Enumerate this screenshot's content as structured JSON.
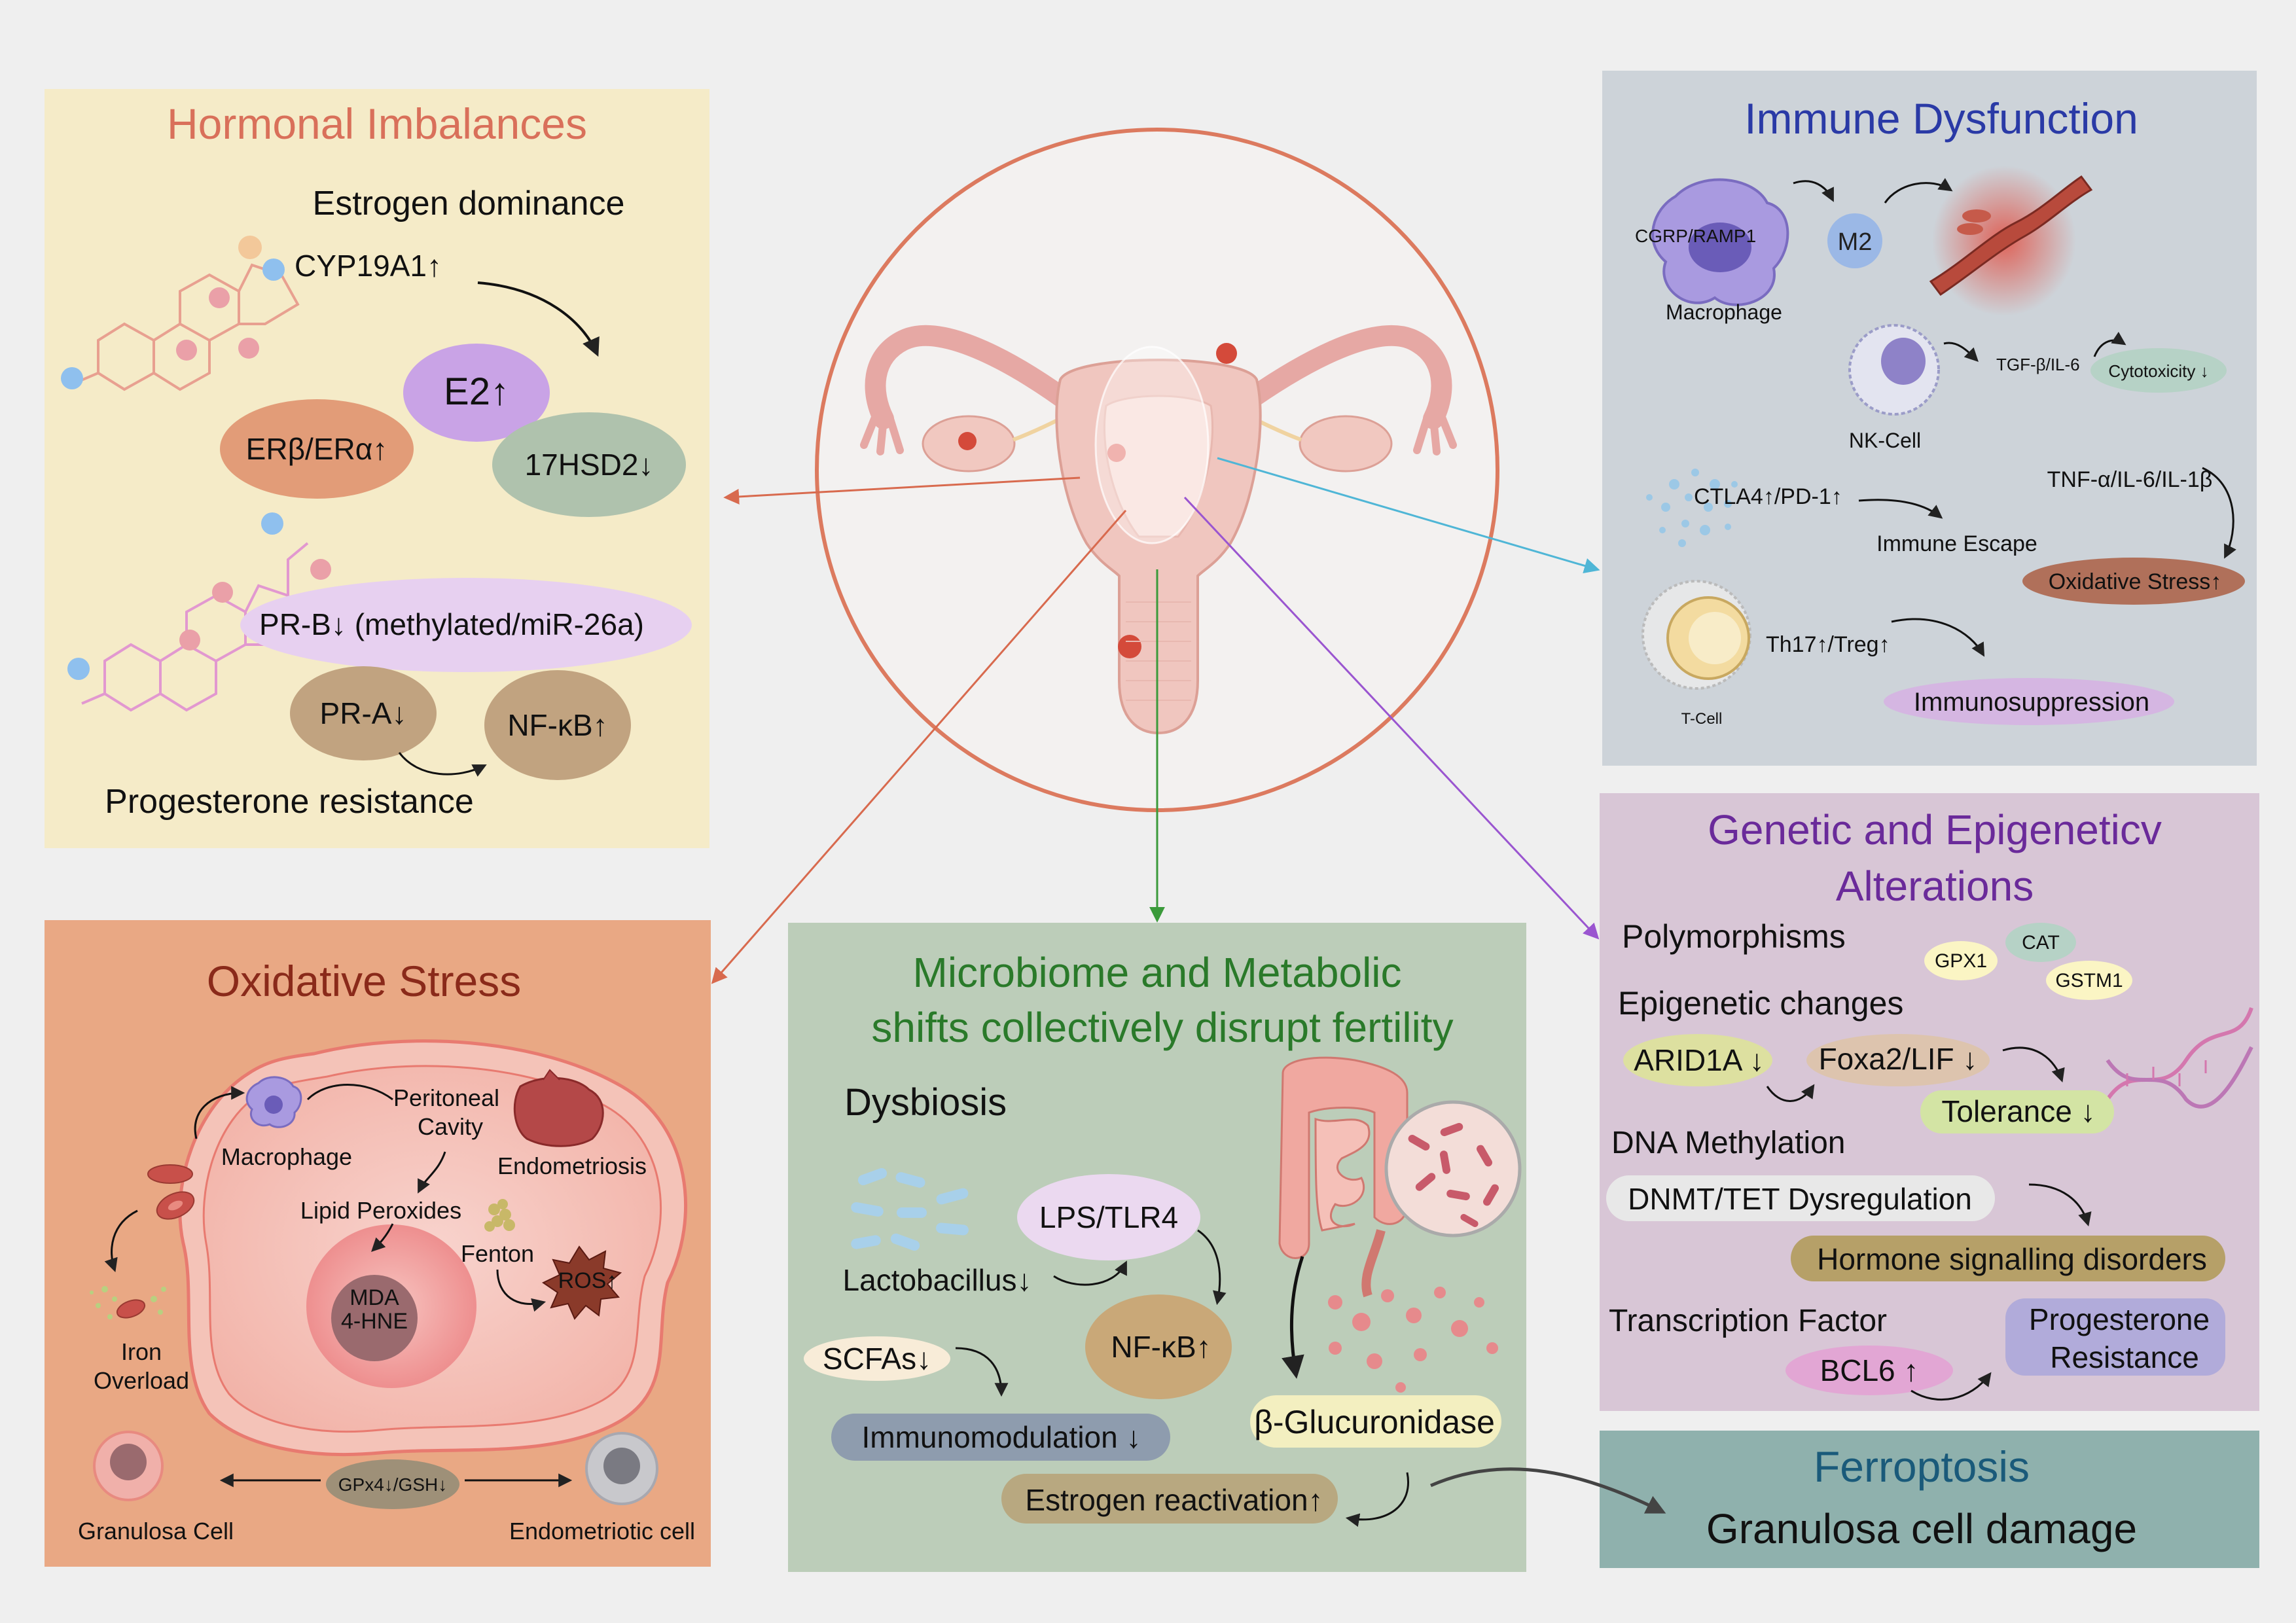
{
  "colors": {
    "background": "#efefef",
    "hormonal_panel": "#f5ebc8",
    "immune_panel": "#cdd3d9",
    "genetic_panel": "#d8c6d6",
    "oxidative_panel": "#e9a884",
    "microbiome_panel": "#bccdb9",
    "ferroptosis_panel": "#8fb1ad",
    "circle_border": "#dc7a5f"
  },
  "hormonal": {
    "title": "Hormonal Imbalances",
    "estrogen_dominance": "Estrogen dominance",
    "cyp19a1": "CYP19A1↑",
    "e2": "E2↑",
    "er": "ERβ/ERα↑",
    "hsd": "17HSD2↓",
    "prb": "PR-B↓ (methylated/miR-26a)",
    "pra": "PR-A↓",
    "nfkb": "NF-κB↑",
    "progesterone_resistance": "Progesterone resistance"
  },
  "immune": {
    "title": "Immune Dysfunction",
    "cgrp": "CGRP/RAMP1",
    "macrophage": "Macrophage",
    "m2": "M2",
    "tgf": "TGF-β/IL-6",
    "cytotoxicity": "Cytotoxicity ↓",
    "nk_cell": "NK-Cell",
    "ctla4": "CTLA4↑/PD-1↑",
    "immune_escape": "Immune Escape",
    "tnf": "TNF-α/IL-6/IL-1β",
    "oxidative_stress": "Oxidative Stress↑",
    "th17": "Th17↑/Treg↑",
    "t_cell": "T-Cell",
    "immunosuppression": "Immunosuppression"
  },
  "genetic": {
    "title_line1": "Genetic and Epigeneticv",
    "title_line2": "Alterations",
    "polymorphisms": "Polymorphisms",
    "gpx1": "GPX1",
    "cat": "CAT",
    "gstm1": "GSTM1",
    "epigenetic_changes": "Epigenetic changes",
    "arid1a": "ARID1A ↓",
    "foxa2": "Foxa2/LIF ↓",
    "tolerance": "Tolerance ↓",
    "dna_methylation": "DNA Methylation",
    "dnmt": "DNMT/TET Dysregulation",
    "hormone_signalling": "Hormone signalling disorders",
    "transcription_factor": "Transcription Factor",
    "bcl6": "BCL6 ↑",
    "progesterone_resistance_line1": "Progesterone",
    "progesterone_resistance_line2": "Resistance"
  },
  "oxidative": {
    "title": "Oxidative Stress",
    "macrophage": "Macrophage",
    "peritoneal_line1": "Peritoneal",
    "peritoneal_line2": "Cavity",
    "endometriosis": "Endometriosis",
    "lipid_peroxides": "Lipid Peroxides",
    "fenton": "Fenton",
    "mda": "MDA",
    "hne": "4-HNE",
    "ros": "ROS↑",
    "iron_line1": "Iron",
    "iron_line2": "Overload",
    "gpx4": "GPx4↓/GSH↓",
    "granulosa": "Granulosa Cell",
    "endometriotic": "Endometriotic cell"
  },
  "microbiome": {
    "title_line1": "Microbiome and Metabolic",
    "title_line2": "shifts collectively disrupt fertility",
    "dysbiosis": "Dysbiosis",
    "lps": "LPS/TLR4",
    "lactobacillus": "Lactobacillus↓",
    "nfkb": "NF-κB↑",
    "scfas": "SCFAs↓",
    "immunomodulation": "Immunomodulation ↓",
    "glucuronidase": "β-Glucuronidase",
    "estrogen_reactivation": "Estrogen reactivation↑"
  },
  "ferroptosis": {
    "title": "Ferroptosis",
    "subtitle": "Granulosa cell damage"
  }
}
